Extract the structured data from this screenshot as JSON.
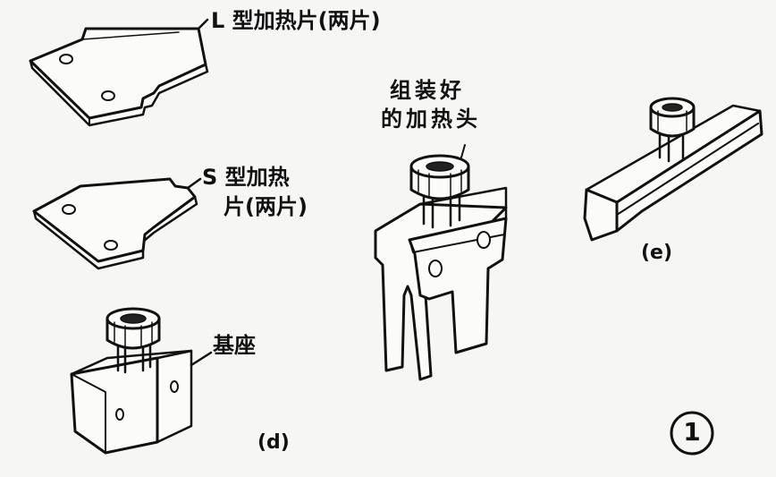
{
  "labels": {
    "l_plate": "L 型加热片(两片)",
    "s_plate_line1": "S 型加热",
    "s_plate_line2": "片(两片)",
    "assembled_line1": "组装好",
    "assembled_line2": "的加热头",
    "base": "基座",
    "fig_d": "(d)",
    "fig_e": "(e)",
    "circled_number": "1"
  }
}
